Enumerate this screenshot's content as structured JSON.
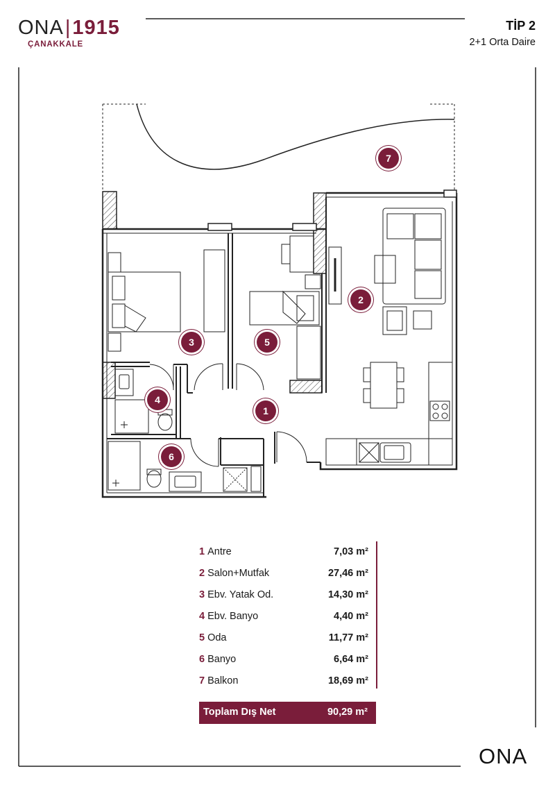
{
  "brand": {
    "name": "ONA",
    "number": "1915",
    "city": "ÇANAKKALE",
    "footer_logo": "ONA"
  },
  "header": {
    "title": "TİP 2",
    "subtitle": "2+1 Orta Daire"
  },
  "rooms": [
    {
      "num": "1",
      "name": "Antre",
      "area": "7,03 m²"
    },
    {
      "num": "2",
      "name": "Salon+Mutfak",
      "area": "27,46 m²"
    },
    {
      "num": "3",
      "name": "Ebv. Yatak Od.",
      "area": "14,30 m²"
    },
    {
      "num": "4",
      "name": "Ebv. Banyo",
      "area": "4,40 m²"
    },
    {
      "num": "5",
      "name": "Oda",
      "area": "11,77 m²"
    },
    {
      "num": "6",
      "name": "Banyo",
      "area": "6,64 m²"
    },
    {
      "num": "7",
      "name": "Balkon",
      "area": "18,69 m²"
    }
  ],
  "total": {
    "label": "Toplam Dış Net",
    "area": "90,29 m²"
  },
  "colors": {
    "accent": "#7a1d3a",
    "line": "#222222"
  }
}
